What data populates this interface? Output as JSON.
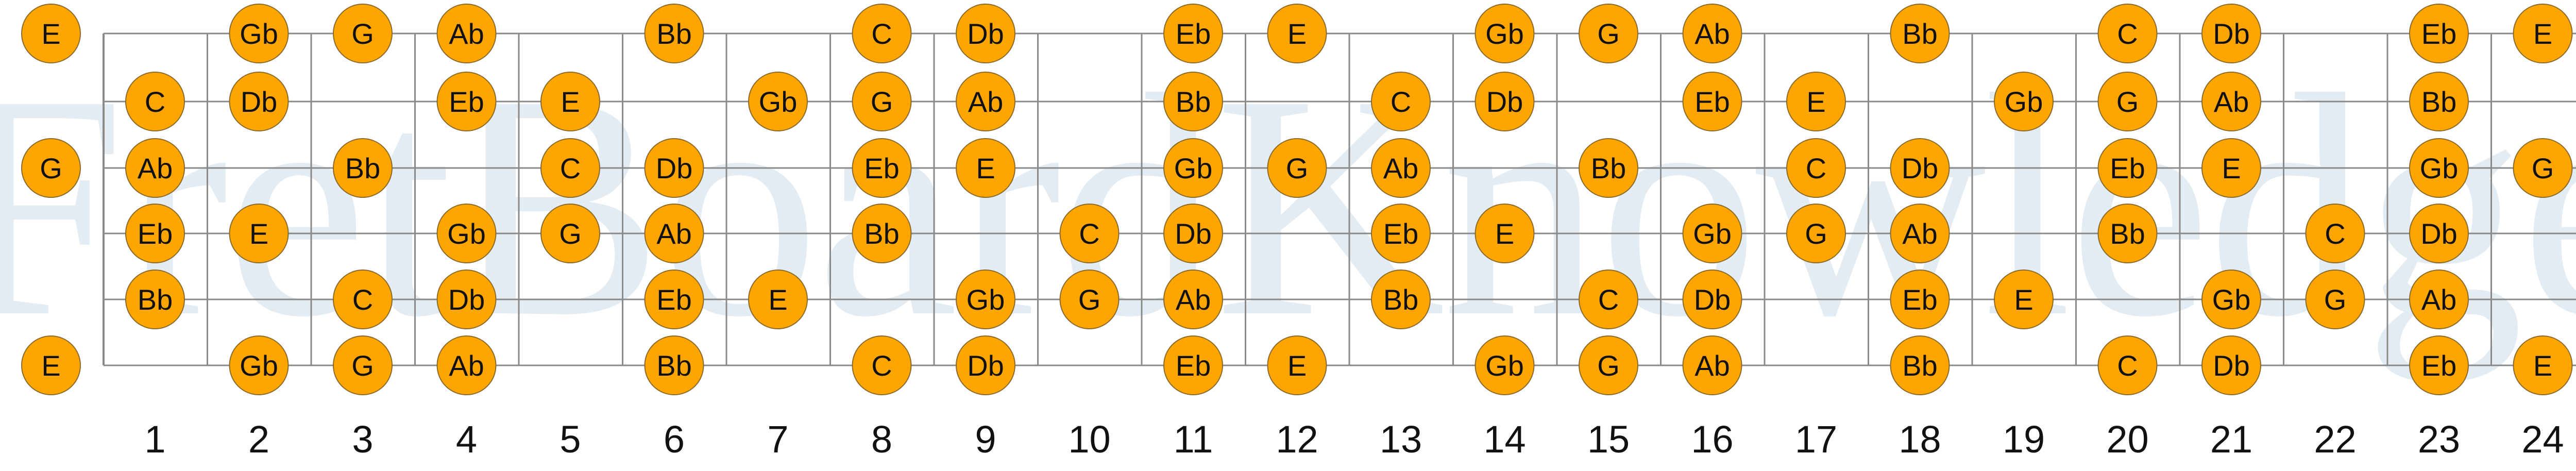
{
  "watermark": "FretBoardKnowledge",
  "colors": {
    "note_fill": "#ffa500",
    "note_stroke": "#8a6a2a",
    "line": "#8a8a8a",
    "text": "#111111",
    "watermark": "#e2ecf2"
  },
  "fret_numbers": [
    "1",
    "2",
    "3",
    "4",
    "5",
    "6",
    "7",
    "8",
    "9",
    "10",
    "11",
    "12",
    "13",
    "14",
    "15",
    "16",
    "17",
    "18",
    "19",
    "20",
    "21",
    "22",
    "23",
    "24"
  ],
  "open_notes": [
    "E",
    "",
    "G",
    "",
    "",
    "E"
  ],
  "strings": [
    [
      "",
      "Gb",
      "G",
      "Ab",
      "",
      "Bb",
      "",
      "C",
      "Db",
      "",
      "Eb",
      "E",
      "",
      "Gb",
      "G",
      "Ab",
      "",
      "Bb",
      "",
      "C",
      "Db",
      "",
      "Eb",
      "E"
    ],
    [
      "C",
      "Db",
      "",
      "Eb",
      "E",
      "",
      "Gb",
      "G",
      "Ab",
      "",
      "Bb",
      "",
      "C",
      "Db",
      "",
      "Eb",
      "E",
      "",
      "Gb",
      "G",
      "Ab",
      "",
      "Bb",
      ""
    ],
    [
      "Ab",
      "",
      "Bb",
      "",
      "C",
      "Db",
      "",
      "Eb",
      "E",
      "",
      "Gb",
      "G",
      "Ab",
      "",
      "Bb",
      "",
      "C",
      "Db",
      "",
      "Eb",
      "E",
      "",
      "Gb",
      "G"
    ],
    [
      "Eb",
      "E",
      "",
      "Gb",
      "G",
      "Ab",
      "",
      "Bb",
      "",
      "C",
      "Db",
      "",
      "Eb",
      "E",
      "",
      "Gb",
      "G",
      "Ab",
      "",
      "Bb",
      "",
      "C",
      "Db",
      ""
    ],
    [
      "Bb",
      "",
      "C",
      "Db",
      "",
      "Eb",
      "E",
      "",
      "Gb",
      "G",
      "Ab",
      "",
      "Bb",
      "",
      "C",
      "Db",
      "",
      "Eb",
      "E",
      "",
      "Gb",
      "G",
      "Ab",
      ""
    ],
    [
      "",
      "Gb",
      "G",
      "Ab",
      "",
      "Bb",
      "",
      "C",
      "Db",
      "",
      "Eb",
      "E",
      "",
      "Gb",
      "G",
      "Ab",
      "",
      "Bb",
      "",
      "C",
      "Db",
      "",
      "Eb",
      "E"
    ]
  ]
}
